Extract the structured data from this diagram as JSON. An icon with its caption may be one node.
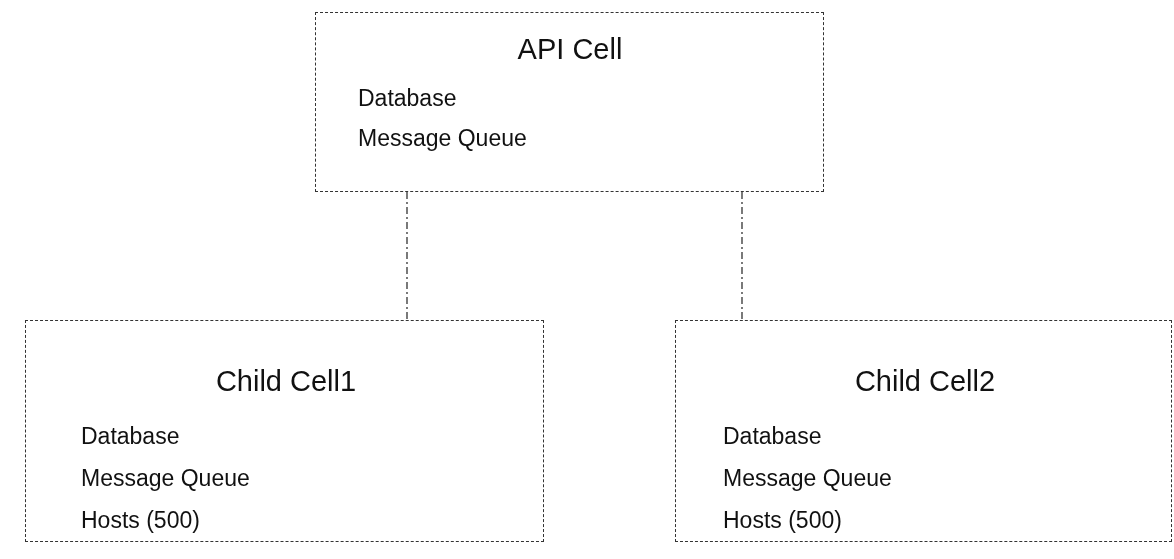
{
  "diagram": {
    "nodes": [
      {
        "text": [
          "API Cell",
          "Database",
          "Message Queue"
        ]
      },
      {
        "text": [
          "Child Cell1",
          "Database",
          "Message Queue",
          "Hosts (500)"
        ]
      },
      {
        "text": [
          "Child Cell2",
          "Database",
          "Message Queue",
          "Hosts (500)"
        ]
      }
    ],
    "edges": [
      {
        "from": 0,
        "to": 1,
        "arrow": "none",
        "style": "dashed"
      },
      {
        "from": 0,
        "to": 2,
        "arrow": "none",
        "style": "dashed"
      }
    ]
  }
}
